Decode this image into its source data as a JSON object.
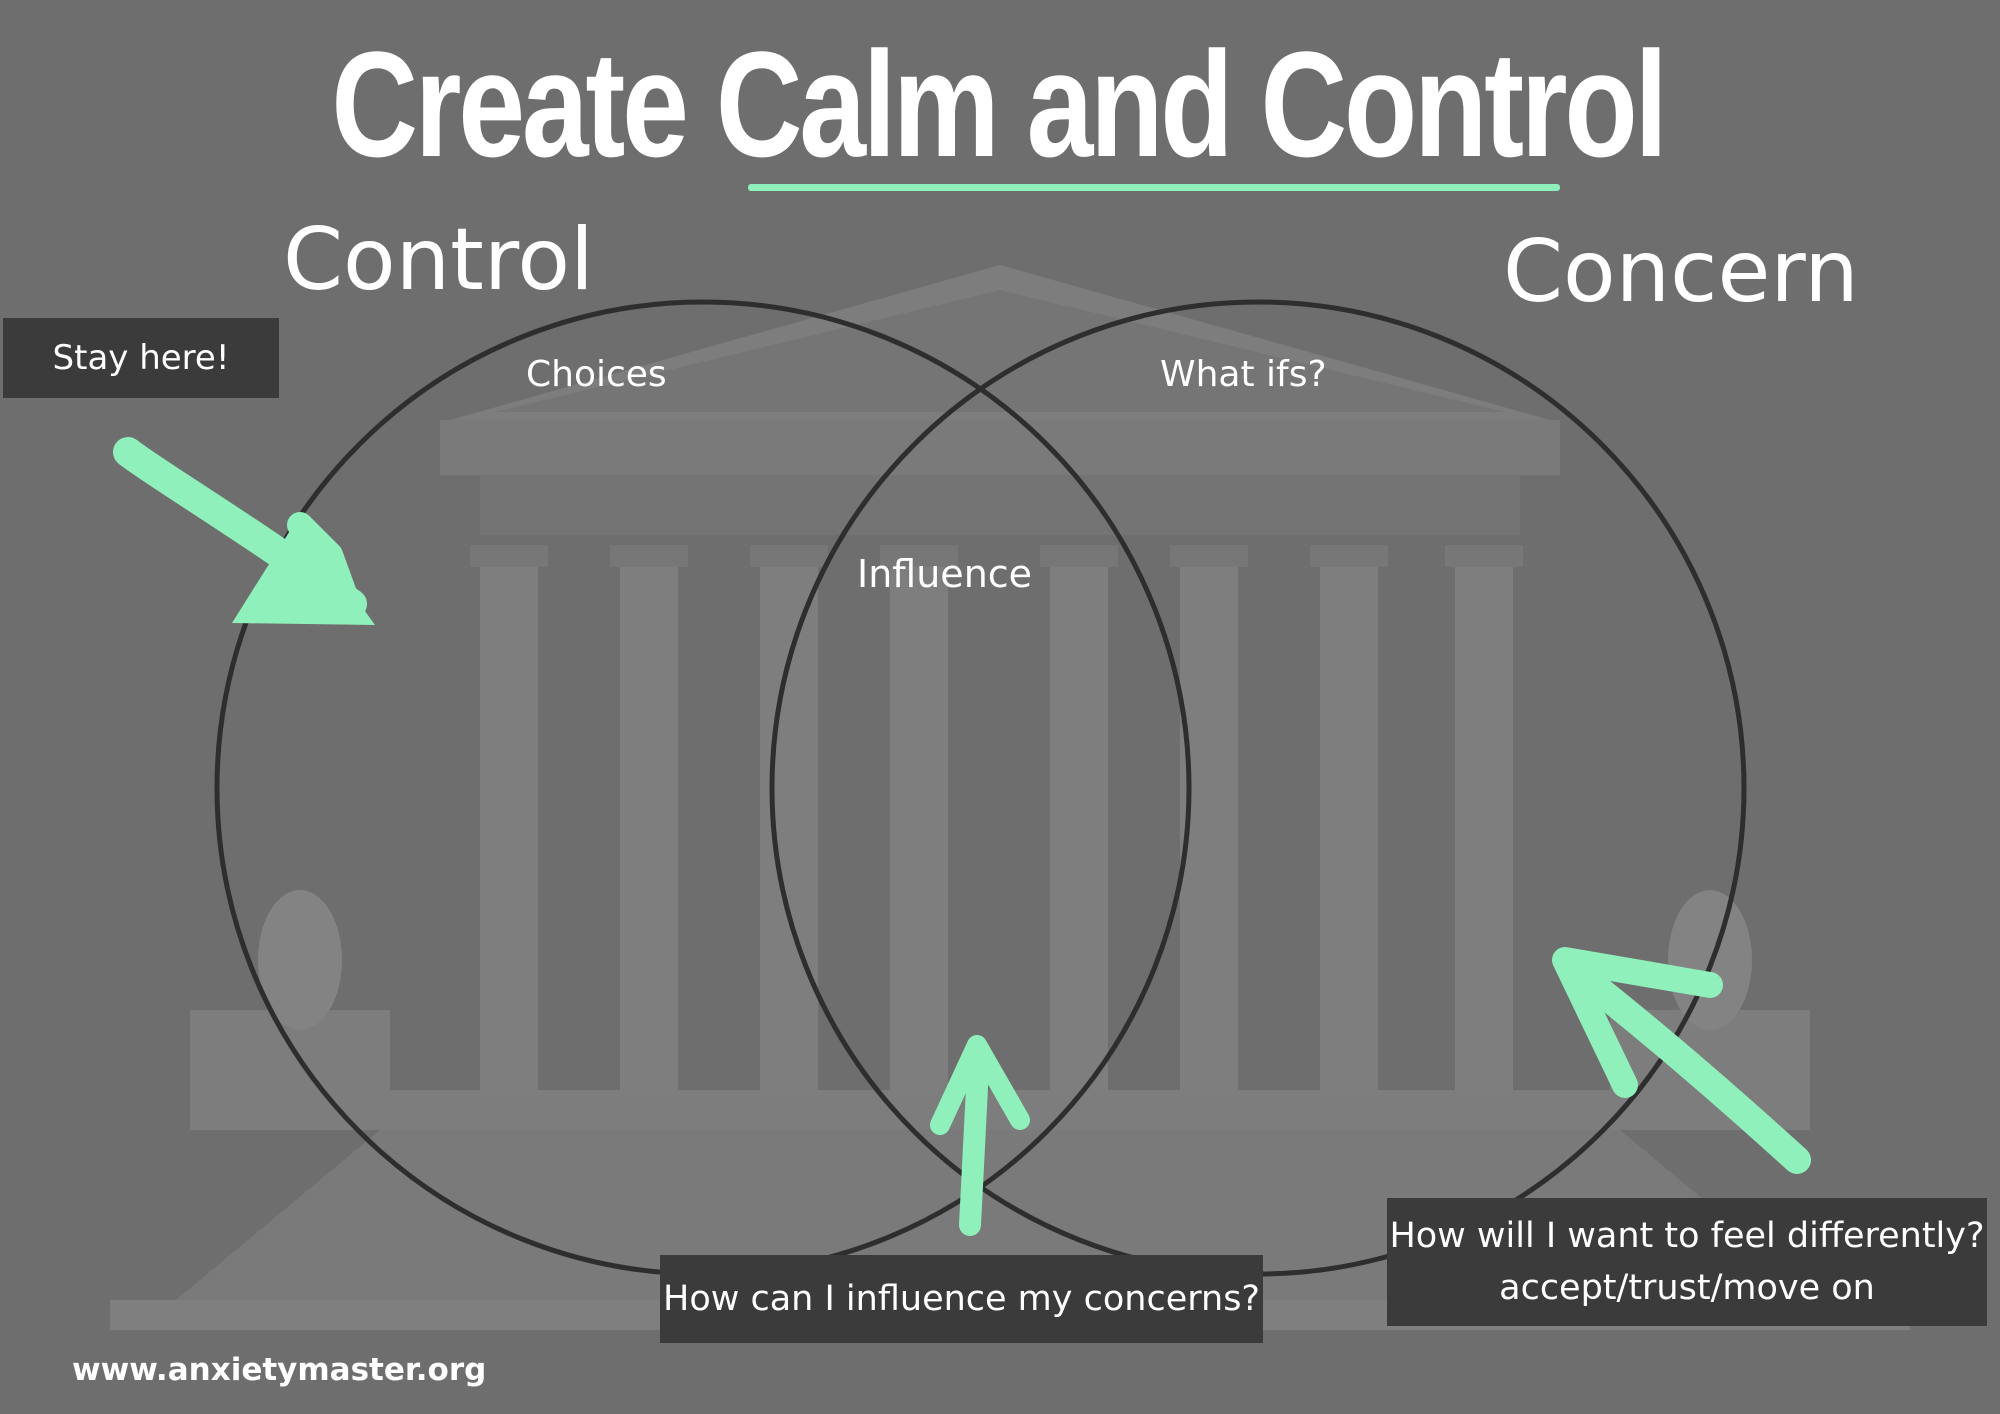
{
  "title": "Create Calm and Control",
  "sets": {
    "left": "Control",
    "right": "Concern"
  },
  "regions": {
    "left_top": "Choices",
    "right_top": "What ifs?",
    "overlap": "Influence"
  },
  "callouts": {
    "stay": "Stay here!",
    "influence_question": "How can I influence my concerns?",
    "feel_line1": "How will I want to feel differently?",
    "feel_line2": "accept/trust/move on"
  },
  "footer": {
    "website": "www.anxietymaster.org"
  },
  "colors": {
    "background": "#6e6e6e",
    "accent_green": "#8ff0bb",
    "circle_stroke": "#2e2e2e",
    "box_fill": "#3b3b3b"
  },
  "icons": [
    "arrow-to-control-icon",
    "arrow-to-overlap-icon",
    "arrow-to-concern-icon"
  ]
}
